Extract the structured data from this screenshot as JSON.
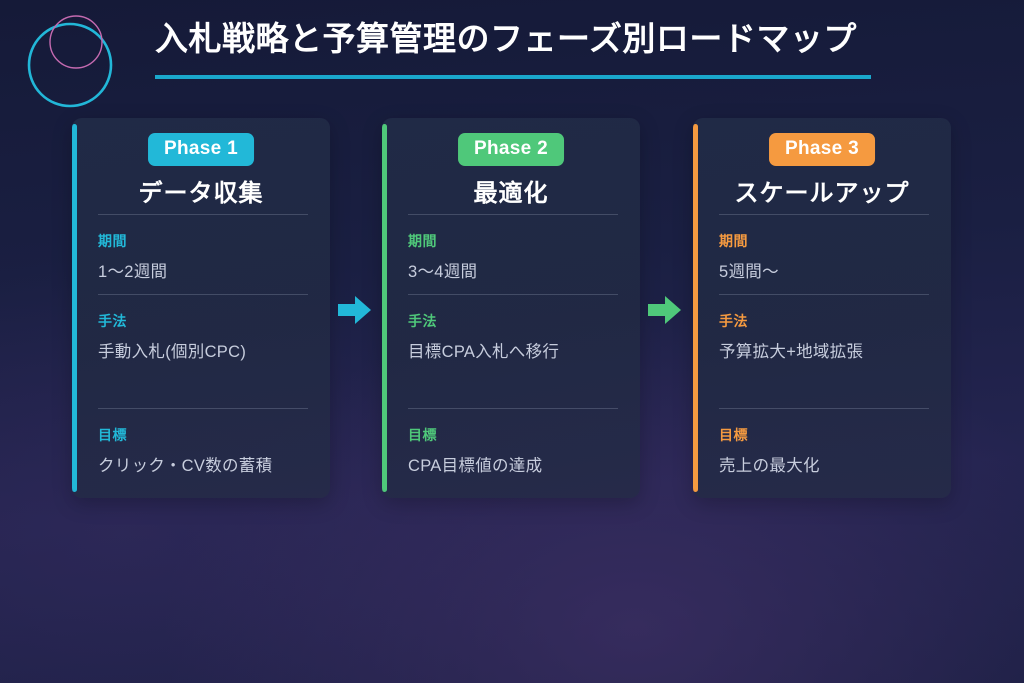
{
  "header": {
    "title": "入札戦略と予算管理のフェーズ別ロードマップ",
    "underline_color": "#1aa8cc",
    "logo": {
      "big_circle_icon": "circle-outline-cyan",
      "small_circle_icon": "circle-outline-pink",
      "big_circle_color": "#22b7d8",
      "small_circle_color": "#c46ab0"
    }
  },
  "phases": [
    {
      "badge": "Phase 1",
      "title": "データ収集",
      "color": "#22b8d8",
      "rows": [
        {
          "label": "期間",
          "value": "1〜2週間"
        },
        {
          "label": "手法",
          "value": "手動入札(個別CPC)"
        },
        {
          "label": "目標",
          "value": "クリック・CV数の蓄積"
        }
      ]
    },
    {
      "badge": "Phase 2",
      "title": "最適化",
      "color": "#4fc87a",
      "rows": [
        {
          "label": "期間",
          "value": "3〜4週間"
        },
        {
          "label": "手法",
          "value": "目標CPA入札へ移行"
        },
        {
          "label": "目標",
          "value": "CPA目標値の達成"
        }
      ]
    },
    {
      "badge": "Phase 3",
      "title": "スケールアップ",
      "color": "#f59a40",
      "rows": [
        {
          "label": "期間",
          "value": "5週間〜"
        },
        {
          "label": "手法",
          "value": "予算拡大+地域拡張"
        },
        {
          "label": "目標",
          "value": "売上の最大化"
        }
      ]
    }
  ],
  "arrows": [
    {
      "icon": "arrow-right-icon",
      "color": "#22b8d8"
    },
    {
      "icon": "arrow-right-icon",
      "color": "#4fc87a"
    }
  ]
}
